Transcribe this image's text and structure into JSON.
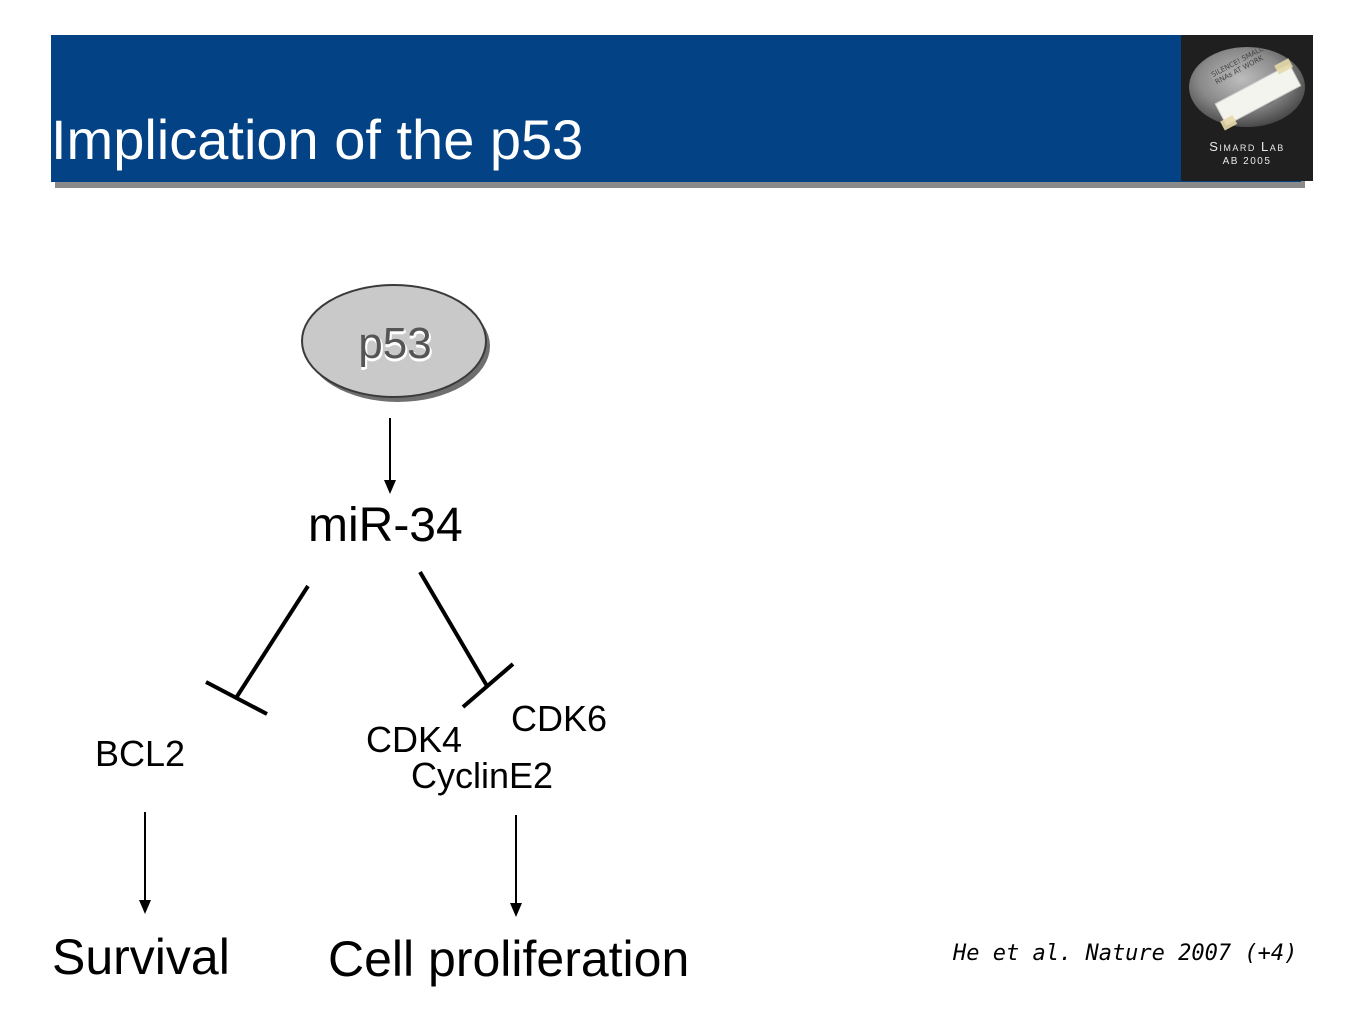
{
  "header": {
    "title": "Implication of the p53",
    "bar_color": "#034285",
    "logo": {
      "note_text": "SILENCE! SMALL RNAs AT WORK",
      "line1": "Simard Lab",
      "line2": "AB 2005"
    }
  },
  "diagram": {
    "nodes": {
      "p53": "p53",
      "mir34": "miR-34",
      "bcl2": "BCL2",
      "cdk4": "CDK4",
      "cdk6": "CDK6",
      "cycline2": "CyclinE2",
      "survival": "Survival",
      "proliferation": "Cell proliferation"
    },
    "edges": [
      {
        "from": "p53",
        "to": "miR-34",
        "type": "activation"
      },
      {
        "from": "miR-34",
        "to": "BCL2",
        "type": "inhibition"
      },
      {
        "from": "miR-34",
        "to": "CDK4/CDK6/CyclinE2",
        "type": "inhibition"
      },
      {
        "from": "BCL2",
        "to": "Survival",
        "type": "activation"
      },
      {
        "from": "CDK4/CDK6/CyclinE2",
        "to": "Cell proliferation",
        "type": "activation"
      }
    ]
  },
  "citation": "He et al. Nature 2007 (+4)"
}
